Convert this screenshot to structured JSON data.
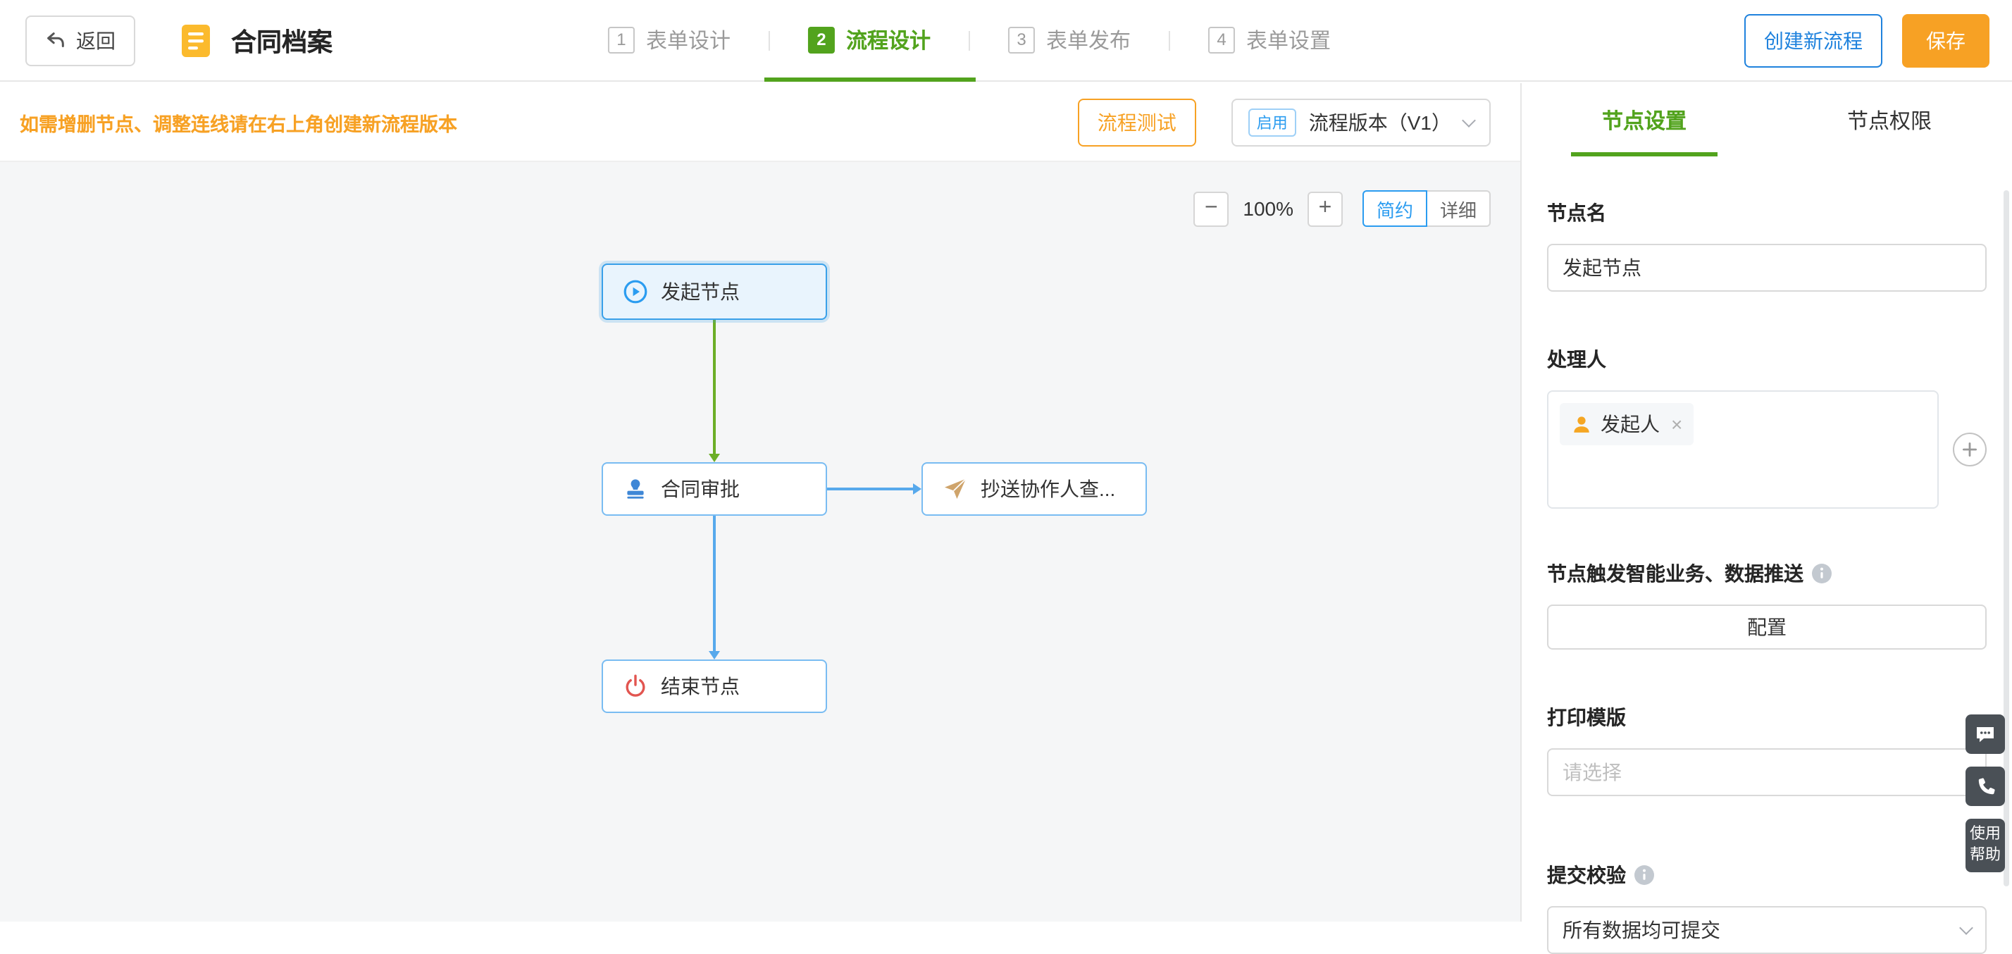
{
  "header": {
    "back": "返回",
    "title": "合同档案",
    "steps": [
      {
        "num": "1",
        "label": "表单设计"
      },
      {
        "num": "2",
        "label": "流程设计"
      },
      {
        "num": "3",
        "label": "表单发布"
      },
      {
        "num": "4",
        "label": "表单设置"
      }
    ],
    "create_flow": "创建新流程",
    "save": "保存"
  },
  "toolbar": {
    "warning": "如需增删节点、调整连线请在右上角创建新流程版本",
    "test": "流程测试",
    "enabled": "启用",
    "version": "流程版本（V1）"
  },
  "canvas": {
    "zoom_out": "−",
    "zoom_level": "100%",
    "zoom_in": "+",
    "view_simple": "简约",
    "view_detail": "详细",
    "nodes": {
      "start": "发起节点",
      "approve": "合同审批",
      "cc": "抄送协作人查...",
      "end": "结束节点"
    }
  },
  "panel": {
    "tabs": {
      "settings": "节点设置",
      "permissions": "节点权限"
    },
    "node_name": {
      "label": "节点名",
      "value": "发起节点"
    },
    "handler": {
      "label": "处理人",
      "tag": "发起人",
      "remove": "×"
    },
    "trigger": {
      "label": "节点触发智能业务、数据推送",
      "button": "配置"
    },
    "print": {
      "label": "打印模版",
      "placeholder": "请选择"
    },
    "validation": {
      "label": "提交校验",
      "value": "所有数据均可提交"
    }
  },
  "floating": {
    "help": "使用帮助"
  },
  "colors": {
    "green": "#52a31d",
    "orange": "#f7a124",
    "blue": "#2b9cf0"
  }
}
